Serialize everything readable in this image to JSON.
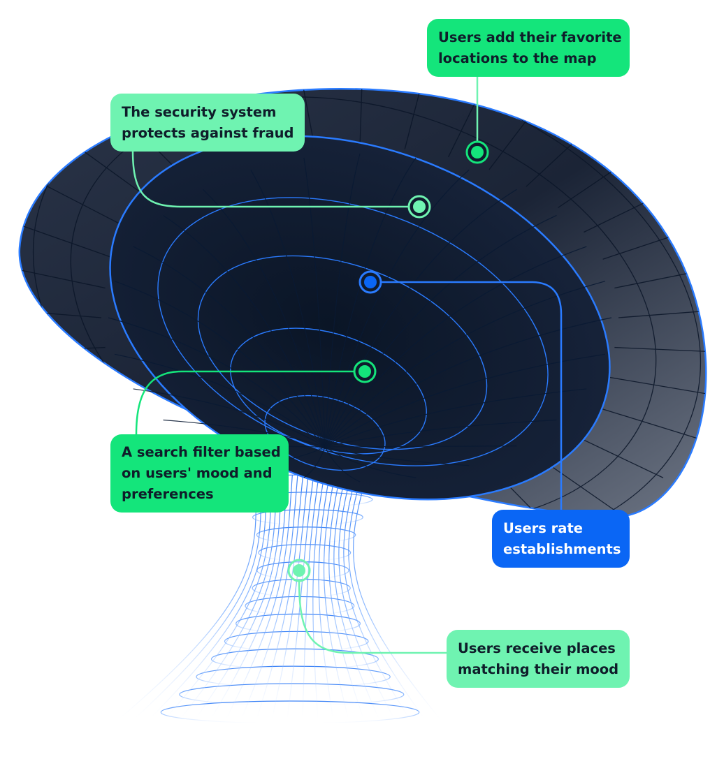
{
  "colors": {
    "green_bright": "#14E57B",
    "green_mint": "#6FF3B1",
    "blue_accent": "#0A66F5",
    "funnel_dark": "#0F1B2D",
    "ring_blue": "#2A7BFF"
  },
  "icons": {
    "marker": "ring-dot-icon"
  },
  "callouts": {
    "favorites": {
      "lines": [
        "Users add their favorite",
        "locations to the map"
      ]
    },
    "security": {
      "lines": [
        "The security system",
        "protects against fraud"
      ]
    },
    "search": {
      "lines": [
        "A search filter based",
        "on users' mood and",
        "preferences"
      ]
    },
    "rate": {
      "lines": [
        "Users rate",
        "establishments"
      ]
    },
    "receive": {
      "lines": [
        "Users receive places",
        "matching their mood"
      ]
    }
  }
}
